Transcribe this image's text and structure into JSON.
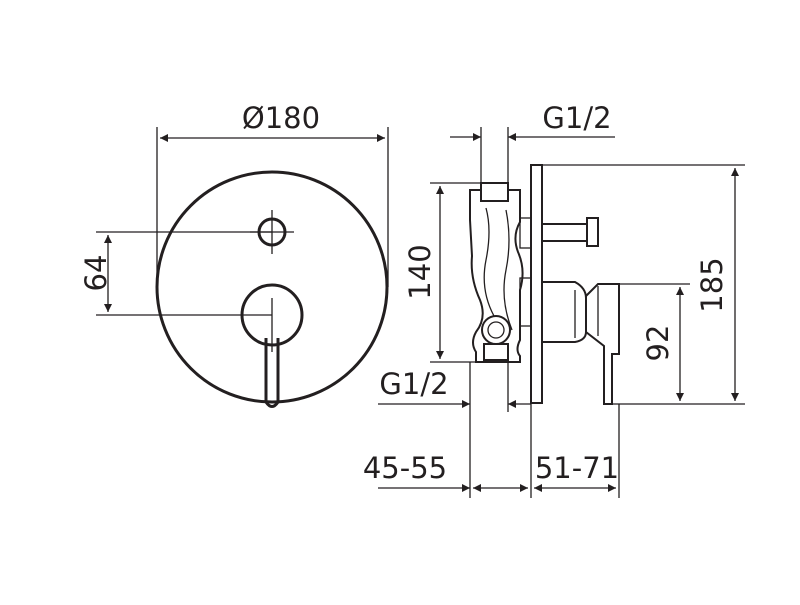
{
  "dimensions": {
    "diameter": "Ø180",
    "spacing_64": "64",
    "top_connection": "G1/2",
    "height_140": "140",
    "bottom_connection": "G1/2",
    "height_185": "185",
    "height_92": "92",
    "depth_45_55": "45-55",
    "depth_51_71": "51-71"
  },
  "colors": {
    "line": "#231f20",
    "background": "#ffffff"
  }
}
